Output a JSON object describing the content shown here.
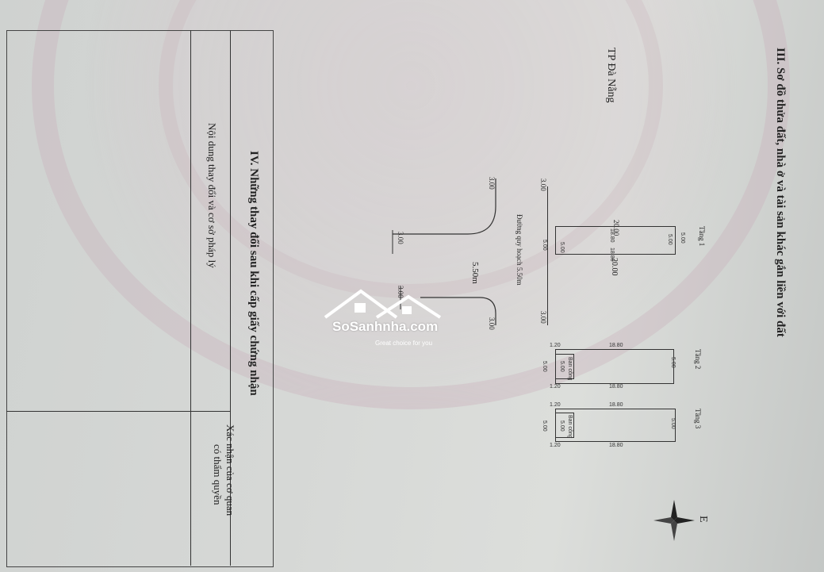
{
  "header": {
    "city": "TP Đà Nẵng",
    "section3_title": "III. Sơ đồ thửa đất, nhà ở và tài sản khác gắn liền với đất"
  },
  "plan": {
    "road_label": "Đường quy hoạch 5.50m",
    "road_width": "5.50m",
    "floor1": {
      "label": "Tầng 1",
      "top": "20.00",
      "inner_top": "18.80",
      "inner_bottom": "18.80",
      "bottom": "20.00",
      "side_left": "5.00",
      "side_right": "5.00",
      "side_far": "5.00"
    },
    "floor2": {
      "label": "Tầng 2",
      "top": "18.80",
      "bottom": "18.80",
      "left1": "1.20",
      "left2": "1.20",
      "side": "5.00",
      "inner": "5.00",
      "corner": "5.00",
      "balcony": "Ban công"
    },
    "floor3": {
      "label": "Tầng 3",
      "top": "18.80",
      "bottom": "18.80",
      "left1": "1.20",
      "left2": "1.20",
      "side": "5.00",
      "inner": "5.00",
      "corner": "5.00",
      "balcony": "Ban công"
    },
    "corner_dims": [
      "3.00",
      "3.00",
      "3.00",
      "3.00",
      "3.00",
      "3.00"
    ],
    "lot_width": "5.00"
  },
  "compass": {
    "label": "E"
  },
  "section4": {
    "title": "IV. Những thay đổi sau khi cấp giấy chứng nhận",
    "col1": "Nội dung thay đổi và cơ sở pháp lý",
    "col2_line1": "Xác nhận của cơ quan",
    "col2_line2": "có thẩm quyền"
  },
  "watermark": {
    "brand": "SoSanhnha.com",
    "tagline": "Great choice for you"
  }
}
